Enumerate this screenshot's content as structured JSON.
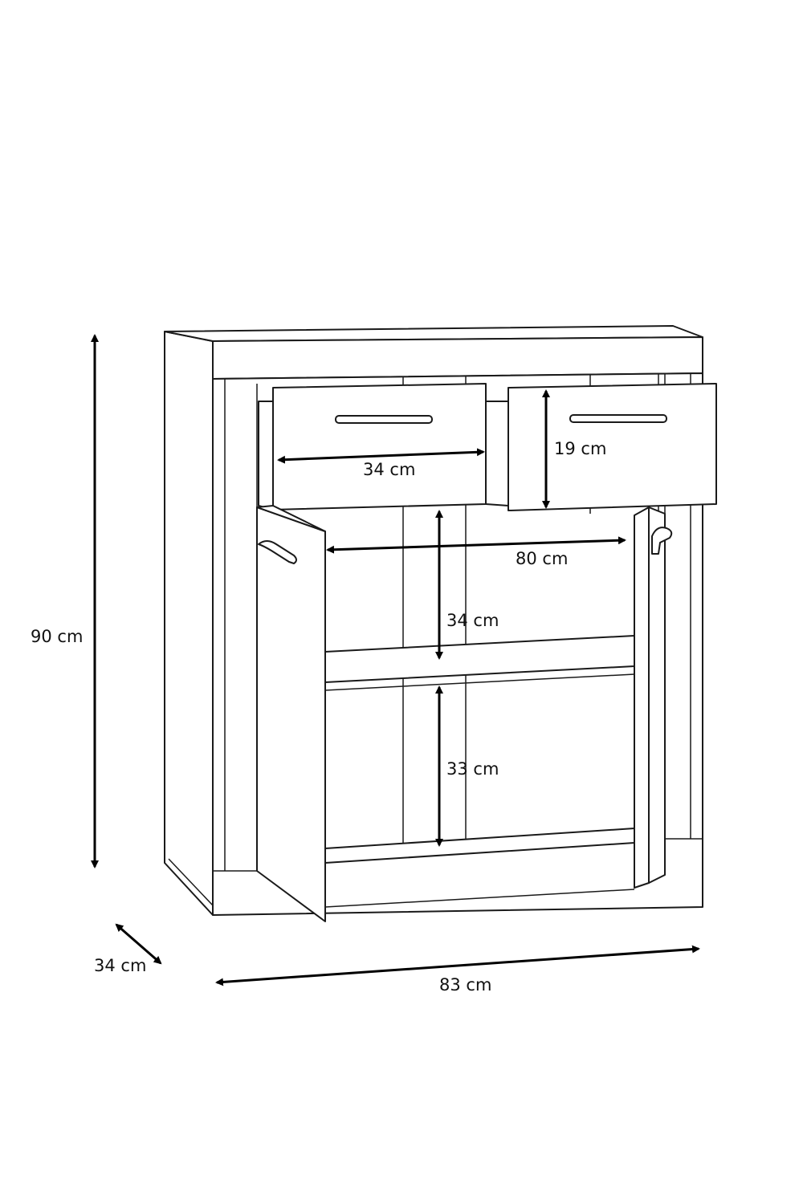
{
  "dimensions": {
    "height": "90 cm",
    "depth": "34 cm",
    "width": "83 cm",
    "drawer_width": "34 cm",
    "drawer_height": "19 cm",
    "inner_width": "80 cm",
    "upper_shelf_height": "34 cm",
    "lower_shelf_height": "33 cm"
  },
  "colors": {
    "line": "#1a1a1a",
    "background": "#ffffff"
  }
}
